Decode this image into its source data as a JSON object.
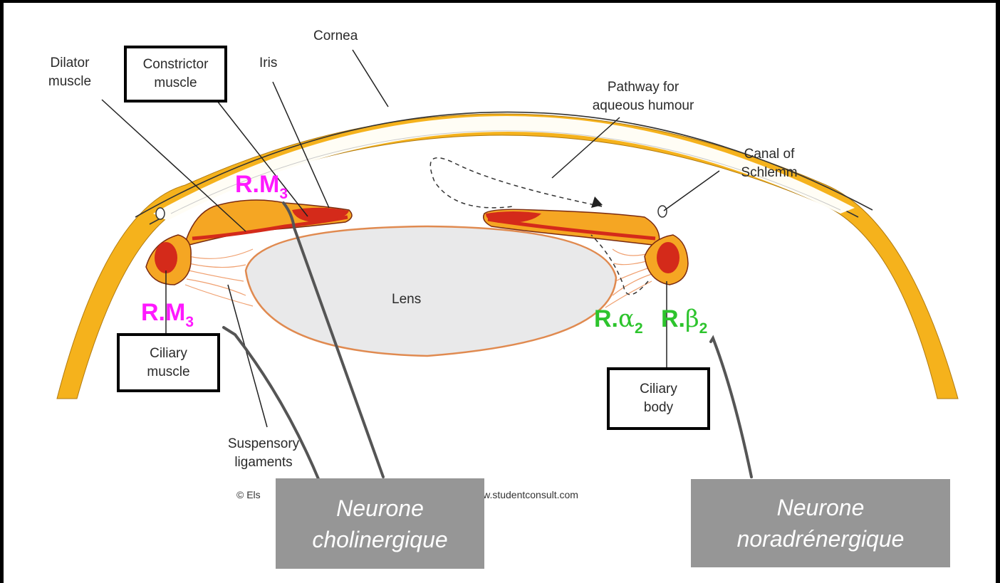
{
  "labels": {
    "cornea": "Cornea",
    "dilator_line1": "Dilator",
    "dilator_line2": "muscle",
    "iris": "Iris",
    "pathway_line1": "Pathway for",
    "pathway_line2": "aqueous humour",
    "canal_line1": "Canal of",
    "canal_line2": "Schlemm",
    "lens": "Lens",
    "suspensory_line1": "Suspensory",
    "suspensory_line2": "ligaments"
  },
  "boxed_labels": {
    "constrictor_line1": "Constrictor",
    "constrictor_line2": "muscle",
    "ciliary_muscle_line1": "Ciliary",
    "ciliary_muscle_line2": "muscle",
    "ciliary_body_line1": "Ciliary",
    "ciliary_body_line2": "body"
  },
  "receptors": {
    "iris_receptor": {
      "prefix": "R.M",
      "sub": "3"
    },
    "ciliary_muscle_receptor": {
      "prefix": "R.M",
      "sub": "3"
    },
    "ciliary_body_alpha": {
      "prefix": "R.",
      "greek": "α",
      "sub": "2"
    },
    "ciliary_body_beta": {
      "prefix": "R.",
      "greek": "β",
      "sub": "2"
    }
  },
  "neurons": {
    "cholinergic_line1": "Neurone",
    "cholinergic_line2": "cholinergique",
    "noradrenergic_line1": "Neurone",
    "noradrenergic_line2": "noradrénergique"
  },
  "credit": {
    "left": "© Els",
    "right": "ww.studentconsult.com"
  },
  "colors": {
    "receptor_muscarinic": "#ff19ff",
    "receptor_adrenergic": "#2dc42d",
    "neuron_box": "#969696",
    "tissue_orange": "#f5b21c",
    "muscle_red": "#d42a1a",
    "lens_fill": "#e9e9ea"
  }
}
